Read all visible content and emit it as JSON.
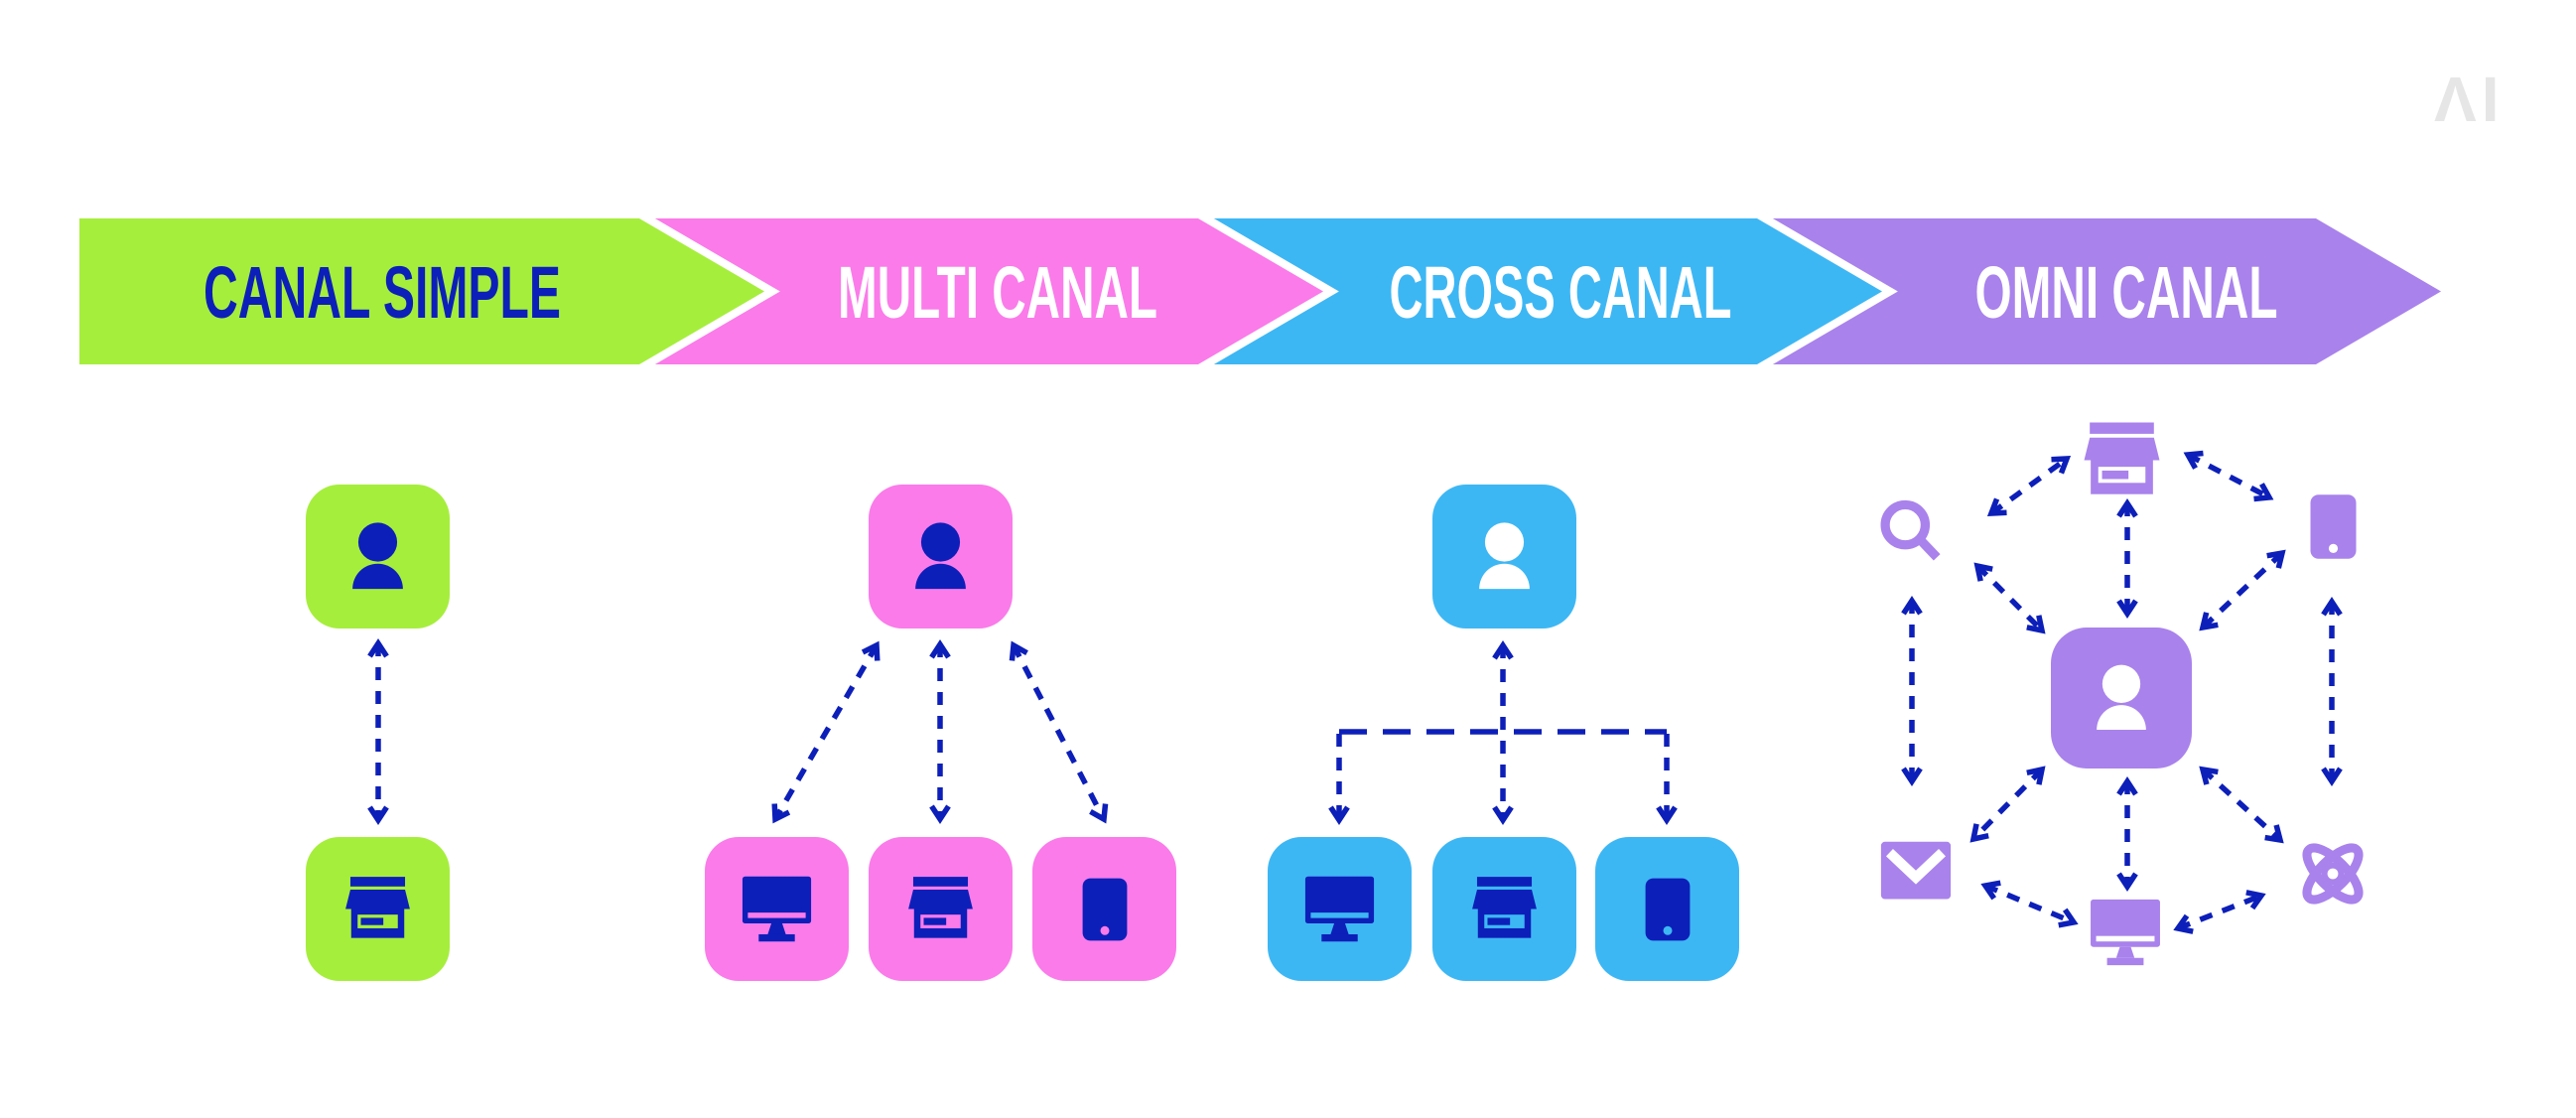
{
  "watermark": "ΛI",
  "colors": {
    "green": "#A6EE3C",
    "pink": "#FA7BE9",
    "blue": "#3DB7F4",
    "purple": "#A982EC",
    "navy": "#0D1FB9",
    "gray": "#E6E6E6",
    "white": "#FFFFFF"
  },
  "phases": [
    {
      "label": "CANAL SIMPLE",
      "color": "#A6EE3C",
      "text_color": "#0D1FB9"
    },
    {
      "label": "MULTI CANAL",
      "color": "#FA7BE9",
      "text_color": "#FFFFFF"
    },
    {
      "label": "CROSS CANAL",
      "color": "#3DB7F4",
      "text_color": "#FFFFFF"
    },
    {
      "label": "OMNI CANAL",
      "color": "#A982EC",
      "text_color": "#FFFFFF"
    }
  ],
  "sections": [
    {
      "phase": "CANAL SIMPLE",
      "icons": [
        "person",
        "store"
      ],
      "structure": "customer connected to single store channel"
    },
    {
      "phase": "MULTI CANAL",
      "icons": [
        "person",
        "computer",
        "store",
        "phone"
      ],
      "structure": "customer connected separately to three channels"
    },
    {
      "phase": "CROSS CANAL",
      "icons": [
        "person",
        "computer",
        "store",
        "phone"
      ],
      "structure": "customer connected to three linked channels via shared bus"
    },
    {
      "phase": "OMNI CANAL",
      "icons": [
        "store",
        "search",
        "tablet",
        "person",
        "mail",
        "atom",
        "computer"
      ],
      "structure": "customer at center of fully meshed channel network"
    }
  ]
}
